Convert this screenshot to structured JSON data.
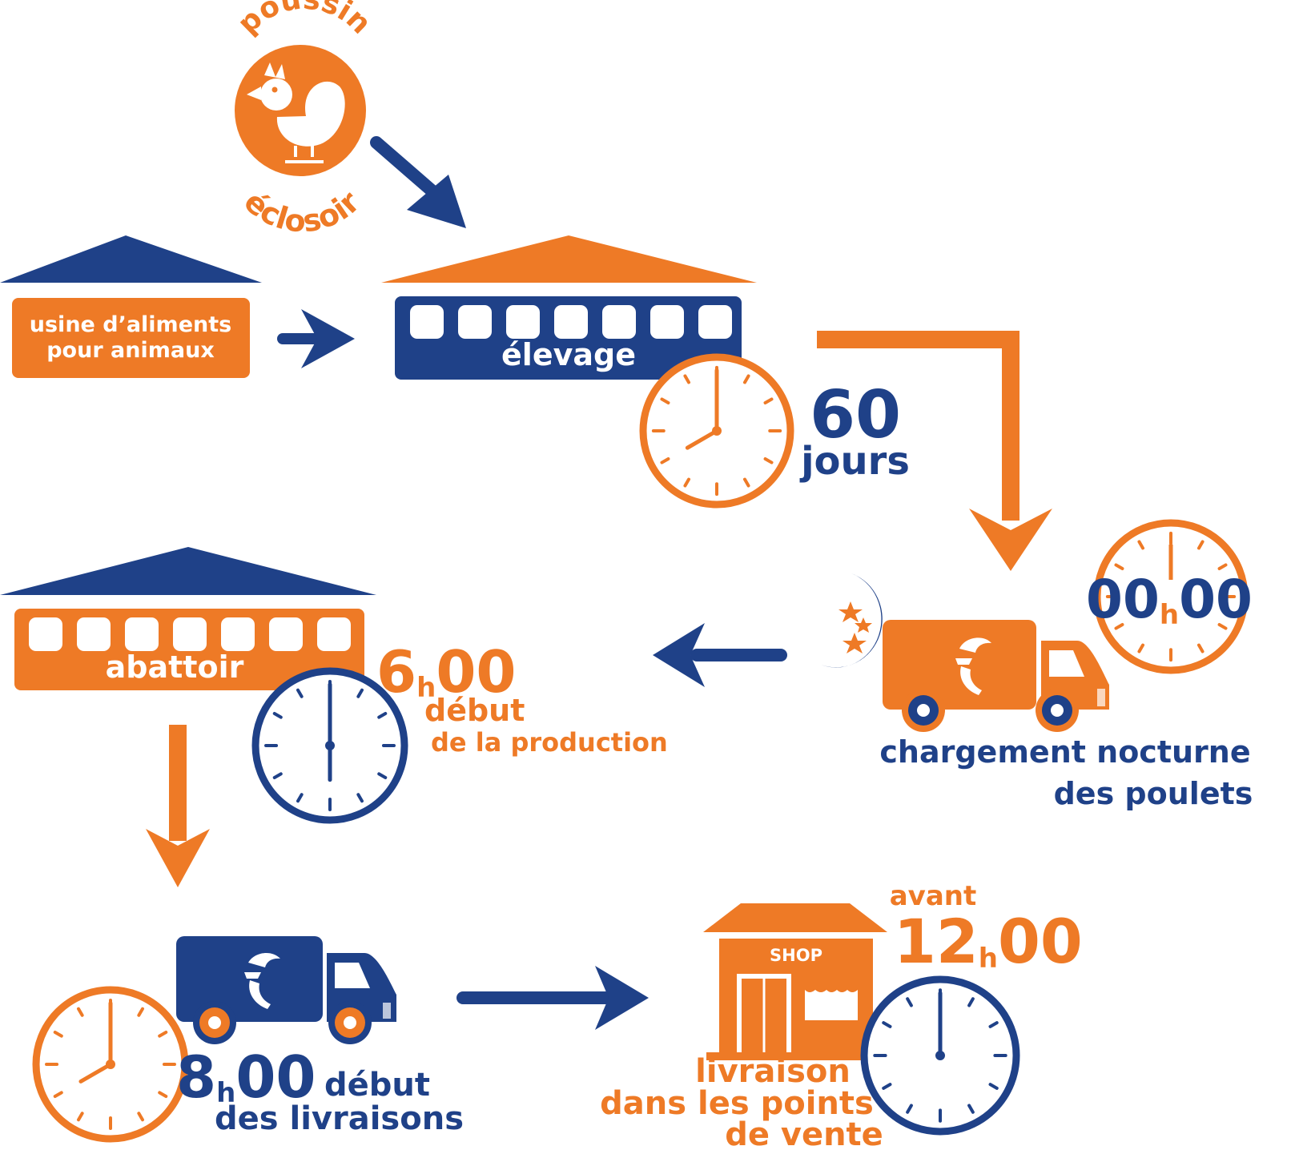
{
  "colors": {
    "orange": "#ee7a26",
    "blue": "#1f4188",
    "white": "#ffffff"
  },
  "hatchery": {
    "top_label": "poussin",
    "bottom_label": "éclosoir",
    "icon": "chick-icon"
  },
  "feed_factory": {
    "line1": "usine d’aliments",
    "line2": "pour animaux"
  },
  "farm": {
    "label": "élevage",
    "duration_value": "60",
    "duration_unit": "jours"
  },
  "night_loading": {
    "time_hours": "00",
    "time_sep": "h",
    "time_minutes": "00",
    "line1": "chargement nocturne",
    "line2": "des poulets",
    "icons": [
      "moon-icon",
      "stars-icon",
      "truck-icon"
    ]
  },
  "slaughterhouse": {
    "label": "abattoir",
    "time_hours": "6",
    "time_sep": "h",
    "time_minutes": "00",
    "line1": "début",
    "line2": "de la production"
  },
  "delivery": {
    "time_hours": "8",
    "time_sep": "h",
    "time_minutes": "00",
    "line1": "début",
    "line2": "des livraisons",
    "icon": "truck-icon"
  },
  "shop": {
    "sign": "SHOP",
    "prefix": "avant",
    "time_hours": "12",
    "time_sep": "h",
    "time_minutes": "00",
    "line1": "livraison",
    "line2": "dans les points",
    "line3": "de vente"
  }
}
